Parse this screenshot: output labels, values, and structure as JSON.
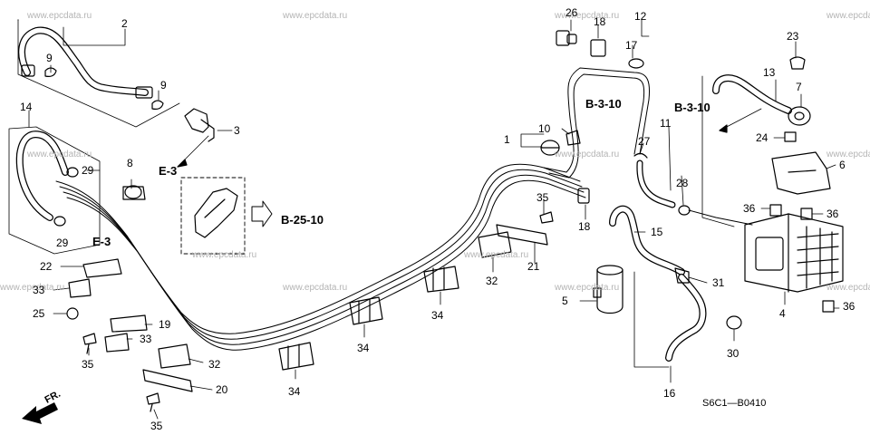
{
  "watermark": "www.epcdata.ru",
  "diagram_code": "S6C1—B0410",
  "direction_label": "FR.",
  "references": [
    "B-3-10",
    "B-3-10",
    "E-3",
    "B-25-10",
    "E-3"
  ],
  "part_labels": [
    "2",
    "9",
    "9",
    "3",
    "14",
    "29",
    "29",
    "8",
    "22",
    "33",
    "25",
    "19",
    "33",
    "35",
    "32",
    "20",
    "35",
    "26",
    "18",
    "17",
    "12",
    "10",
    "1",
    "27",
    "11",
    "28",
    "18",
    "35",
    "21",
    "32",
    "34",
    "34",
    "34",
    "15",
    "5",
    "23",
    "13",
    "7",
    "24",
    "6",
    "36",
    "36",
    "31",
    "30",
    "4",
    "36",
    "16"
  ]
}
